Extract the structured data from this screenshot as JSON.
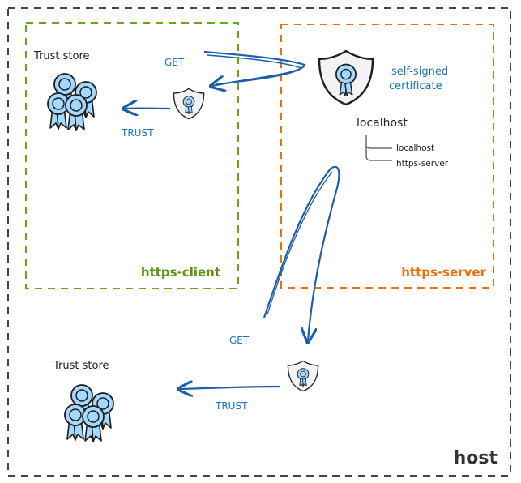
{
  "host": {
    "label": "host"
  },
  "client": {
    "label": "https-client",
    "trust_store_label": "Trust store",
    "get_label": "GET",
    "trust_label": "TRUST"
  },
  "server": {
    "label": "https-server",
    "cert_label_line1": "self-signed",
    "cert_label_line2": "certificate",
    "subject": "localhost",
    "san_entries": [
      "localhost",
      "https-server"
    ]
  },
  "host_flow": {
    "get_label": "GET",
    "trust_label": "TRUST",
    "trust_store_label": "Trust store"
  },
  "colors": {
    "client_border": "#66a80f",
    "server_border": "#e8720c",
    "host_border": "#444444",
    "arrow": "#1c5fa8",
    "accent_text": "#1971c2",
    "icon_fill": "#a5d8ff",
    "icon_stroke": "#1e1e1e",
    "shield_fill": "#e9ecef"
  }
}
